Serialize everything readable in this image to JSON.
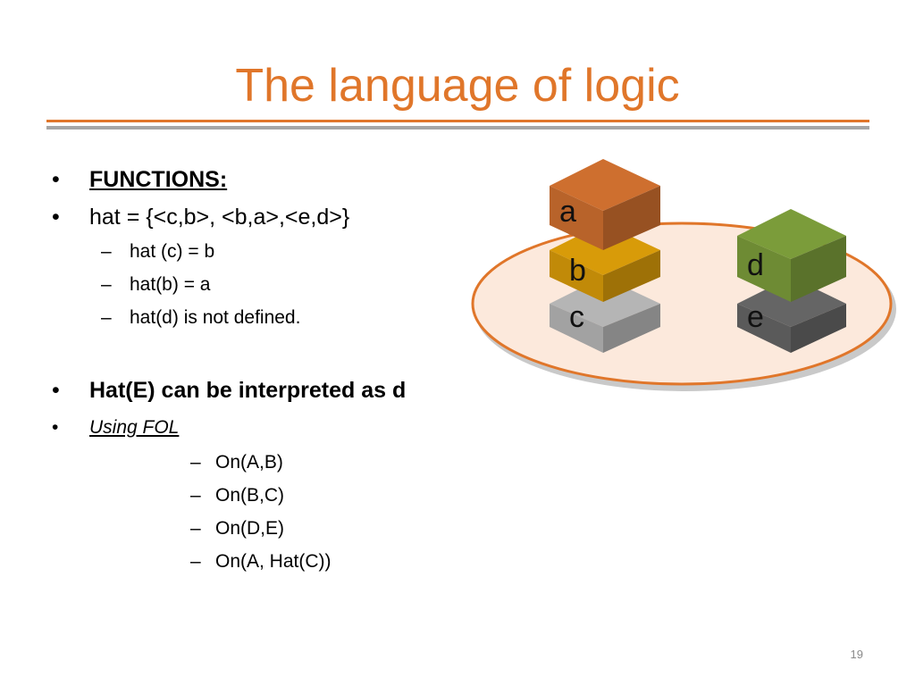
{
  "slide": {
    "title": "The language of logic",
    "page_number": "19"
  },
  "colors": {
    "accent": "#E0762A",
    "rule_gray": "#A6A6A6",
    "block_a": "#B8632A",
    "block_b": "#C18A08",
    "block_c": "#A2A2A2",
    "block_d": "#6E8B34",
    "block_e": "#5A5A5A",
    "table_fill": "#FCE9DC"
  },
  "bullets": {
    "b1_mark": "•",
    "b1": "FUNCTIONS:",
    "b2_mark": "•",
    "b2": "hat = {<c,b>, <b,a>,<e,d>}",
    "s1_mark": "–",
    "s1": "hat (c) = b",
    "s2_mark": "–",
    "s2": "hat(b) = a",
    "s3_mark": "–",
    "s3": "hat(d) is not defined.",
    "b3_mark": "•",
    "b3": "Hat(E) can be interpreted as d",
    "b4_mark": "•",
    "b4": "Using FOL",
    "f1_mark": "–",
    "f1": "On(A,B)",
    "f2_mark": "–",
    "f2": "On(B,C)",
    "f3_mark": "–",
    "f3": "On(D,E)",
    "f4_mark": "–",
    "f4": "On(A, Hat(C))"
  },
  "diagram": {
    "block_a": "a",
    "block_b": "b",
    "block_c": "c",
    "block_d": "d",
    "block_e": "e"
  }
}
